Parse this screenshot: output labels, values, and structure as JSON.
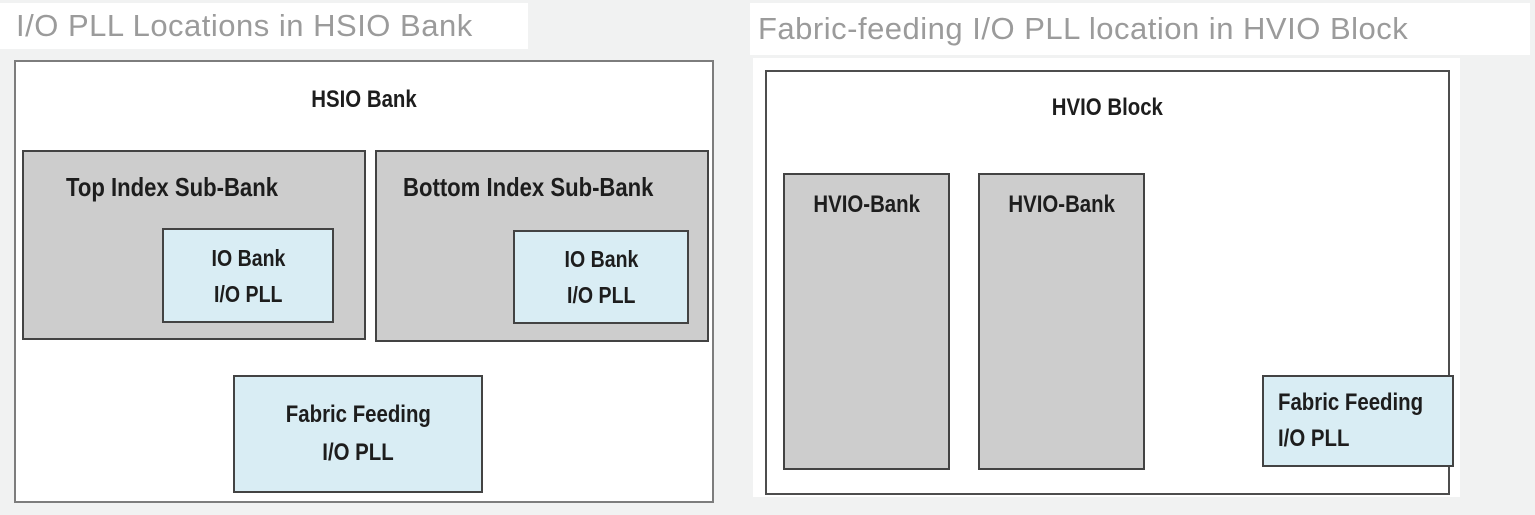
{
  "figures": {
    "left": {
      "title": "I/O PLL Locations in HSIO Bank",
      "container_label": "HSIO Bank",
      "sub_banks": [
        {
          "label": "Top Index Sub-Bank",
          "pll": {
            "line1": "IO Bank",
            "line2": "I/O PLL"
          }
        },
        {
          "label": "Bottom Index Sub-Bank",
          "pll": {
            "line1": "IO Bank",
            "line2": "I/O PLL"
          }
        }
      ],
      "fabric_pll": {
        "line1": "Fabric Feeding",
        "line2": "I/O PLL"
      }
    },
    "right": {
      "title": "Fabric-feeding I/O PLL location in HVIO Block",
      "container_label": "HVIO Block",
      "banks": [
        {
          "label": "HVIO-Bank"
        },
        {
          "label": "HVIO-Bank"
        }
      ],
      "fabric_pll": {
        "line1": "Fabric Feeding",
        "line2": "I/O PLL"
      }
    }
  },
  "colors": {
    "page_background": "#f1f2f2",
    "panel_background": "#ffffff",
    "gray_block_fill": "#cdcdcd",
    "blue_block_fill": "#d9edf4",
    "block_border": "#434343",
    "panel_border": "#7d7d7d",
    "title_text": "#9b9b9b",
    "block_text": "#1d1d1d"
  }
}
